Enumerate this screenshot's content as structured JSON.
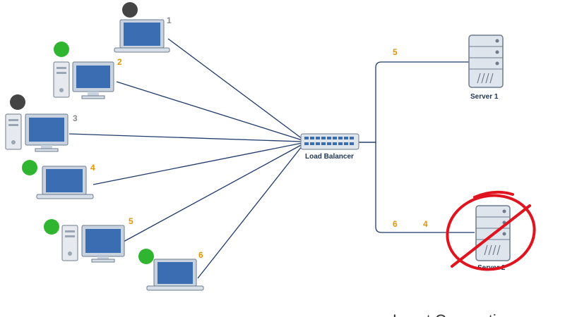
{
  "colors": {
    "accent_number": "#e69500",
    "inactive_number": "#8a8a8a",
    "status_active": "#2fb52f",
    "status_inactive": "#444444",
    "line": "#1f3a6b",
    "cross": "#e0141e",
    "screen": "#3b6db3"
  },
  "clients": [
    {
      "label": "1",
      "kind": "laptop",
      "status": "inactive"
    },
    {
      "label": "2",
      "kind": "desktop",
      "status": "active"
    },
    {
      "label": "3",
      "kind": "desktop",
      "status": "inactive"
    },
    {
      "label": "4",
      "kind": "laptop",
      "status": "active"
    },
    {
      "label": "5",
      "kind": "desktop",
      "status": "active"
    },
    {
      "label": "6",
      "kind": "laptop",
      "status": "active"
    }
  ],
  "load_balancer": {
    "label": "Load Balancer"
  },
  "servers": [
    {
      "label": "Server 1",
      "connections": [
        "5"
      ],
      "status": "up"
    },
    {
      "label": "Server 2",
      "connections": [
        "6",
        "4"
      ],
      "status": "down"
    }
  ],
  "caption": "Least Connections"
}
